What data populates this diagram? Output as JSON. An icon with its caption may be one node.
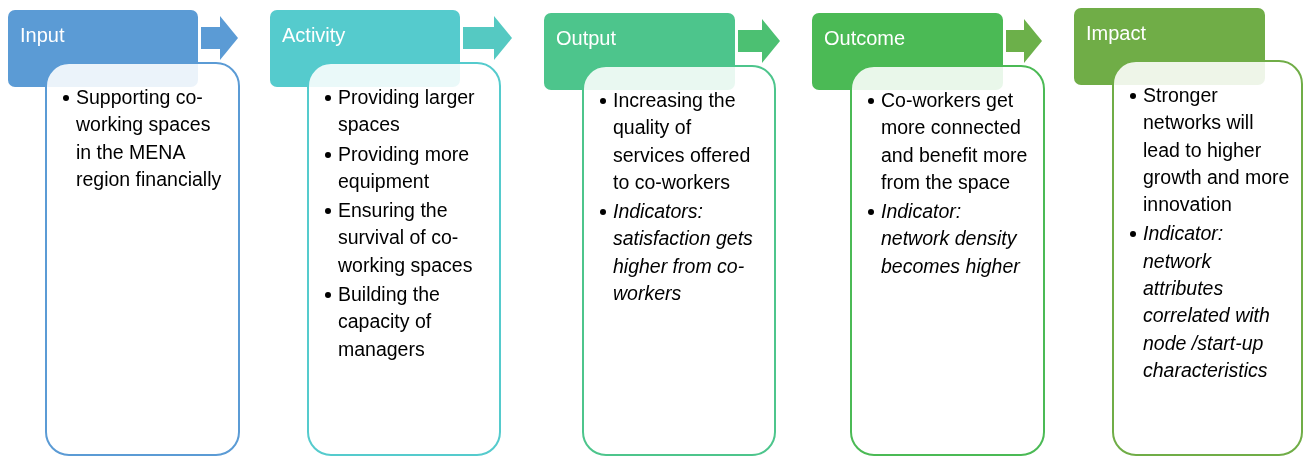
{
  "diagram": {
    "nodes": [
      {
        "text": [
          "Input"
        ]
      },
      {
        "text": [
          "Supporting co-working spaces in the MENA region financially"
        ]
      },
      {
        "text": [
          "Activity"
        ]
      },
      {
        "text": [
          "Providing larger spaces",
          "Providing more equipment",
          "Ensuring the survival of co-working spaces",
          "Building the capacity of managers"
        ]
      },
      {
        "text": [
          "Output"
        ]
      },
      {
        "text": [
          "Increasing the quality of services offered to co-workers",
          "*Indicators: satisfaction gets higher from co-workers*"
        ]
      },
      {
        "text": [
          "Outcome"
        ]
      },
      {
        "text": [
          "Co-workers get more connected and benefit more from the space",
          "*Indicator: network density becomes higher*"
        ]
      },
      {
        "text": [
          "Impact"
        ]
      },
      {
        "text": [
          "Stronger networks will lead to higher growth and more innovation",
          "*Indicator: network attributes correlated with node /start-up characteristics*"
        ]
      }
    ],
    "edges": [
      {
        "from": 0,
        "to": 2,
        "arrow": "to",
        "color": "#5b9bd5"
      },
      {
        "from": 2,
        "to": 4,
        "arrow": "to",
        "color": "#55c9c2"
      },
      {
        "from": 4,
        "to": 6,
        "arrow": "to",
        "color": "#4cc072"
      },
      {
        "from": 6,
        "to": 8,
        "arrow": "to",
        "color": "#6cb04a"
      }
    ]
  }
}
